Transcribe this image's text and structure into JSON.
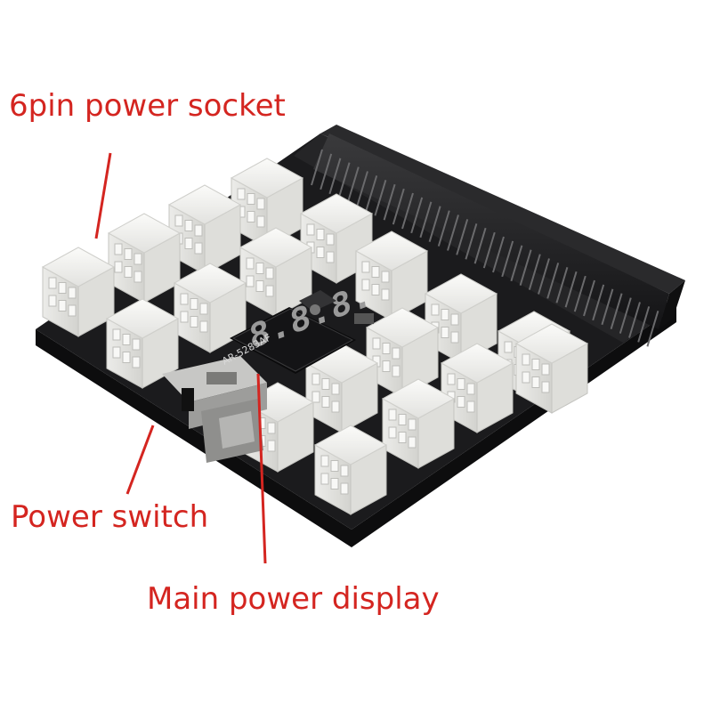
{
  "callouts": {
    "socket": "6pin power socket",
    "switch": "Power switch",
    "display": "Main power display"
  },
  "board": {
    "display_digits": "8.8.8.",
    "model_text": "AR-5283AF"
  },
  "colors": {
    "label": "#d42520",
    "pcb": "#1b1b1d",
    "connector": "#f3f3f1",
    "slot": "#202022"
  }
}
